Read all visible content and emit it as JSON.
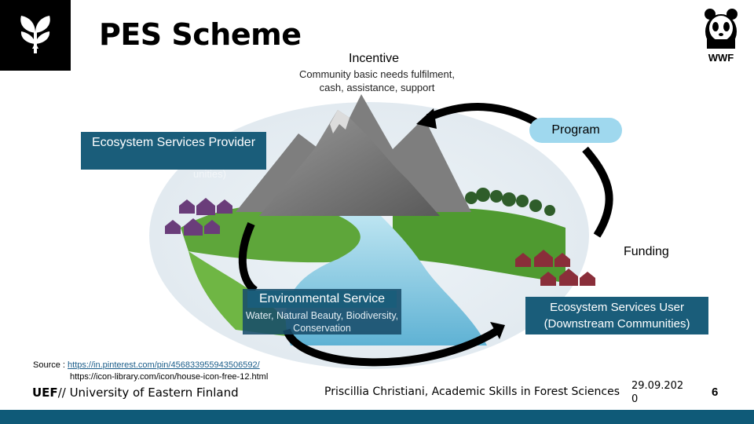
{
  "title": "PES Scheme",
  "logo": {
    "icon": "leaf-sprout-icon",
    "bg": "#000000"
  },
  "wwf": {
    "label": "WWF",
    "icon": "panda-icon"
  },
  "incentive": {
    "label": "Incentive",
    "description": "Community basic needs fulfilment, cash, assistance, support"
  },
  "provider": {
    "label": "Ecosystem Services Provider",
    "sub_label": "unities)"
  },
  "program": {
    "label": "Program"
  },
  "funding": {
    "label": "Funding"
  },
  "environmental_service": {
    "label": "Environmental Service",
    "description": "Water, Natural Beauty, Biodiversity, Conservation"
  },
  "user": {
    "label": "Ecosystem Services User (Downstream Communities)"
  },
  "source": {
    "prefix": "Source : ",
    "link": "https://in.pinterest.com/pin/456833955943506592/",
    "link2": "https://icon-library.com/icon/house-icon-free-12.html"
  },
  "footer": {
    "uef": "UEF",
    "university": "// University of Eastern Finland",
    "author": "Priscillia Christiani, Academic Skills in Forest Sciences",
    "date": "29.09.2020",
    "page": "6"
  },
  "colors": {
    "box_blue": "#1a5d7a",
    "program_blue": "#9fd8ee",
    "bottom_bar": "#0f5a78",
    "house_purple": "#6a3d7a",
    "house_red": "#8a2e3a"
  }
}
